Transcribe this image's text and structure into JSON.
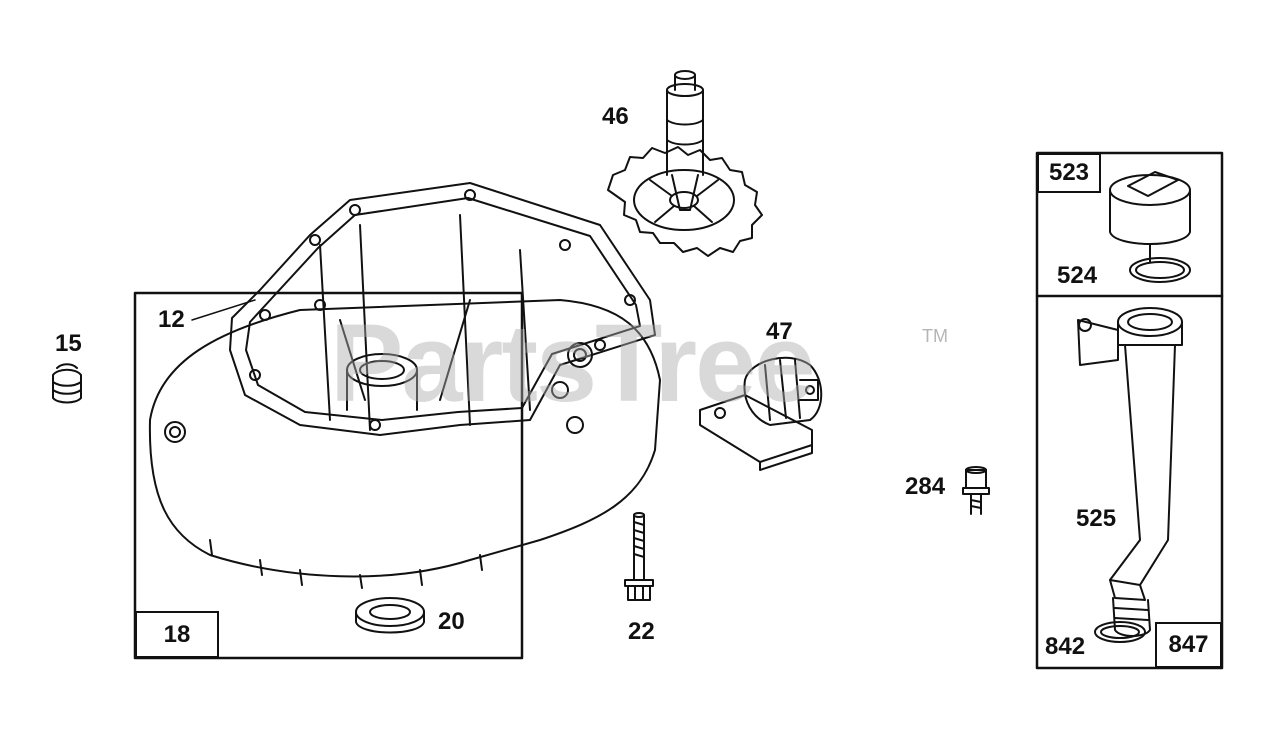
{
  "watermark": {
    "text": "PartsTree",
    "trademark": "TM"
  },
  "labels": {
    "p12": "12",
    "p15": "15",
    "p18": "18",
    "p20": "20",
    "p22": "22",
    "p46": "46",
    "p47": "47",
    "p284": "284",
    "p523": "523",
    "p524": "524",
    "p525": "525",
    "p842": "842",
    "p847": "847"
  },
  "colors": {
    "line": "#111111",
    "watermark": "#aaaaaa"
  }
}
